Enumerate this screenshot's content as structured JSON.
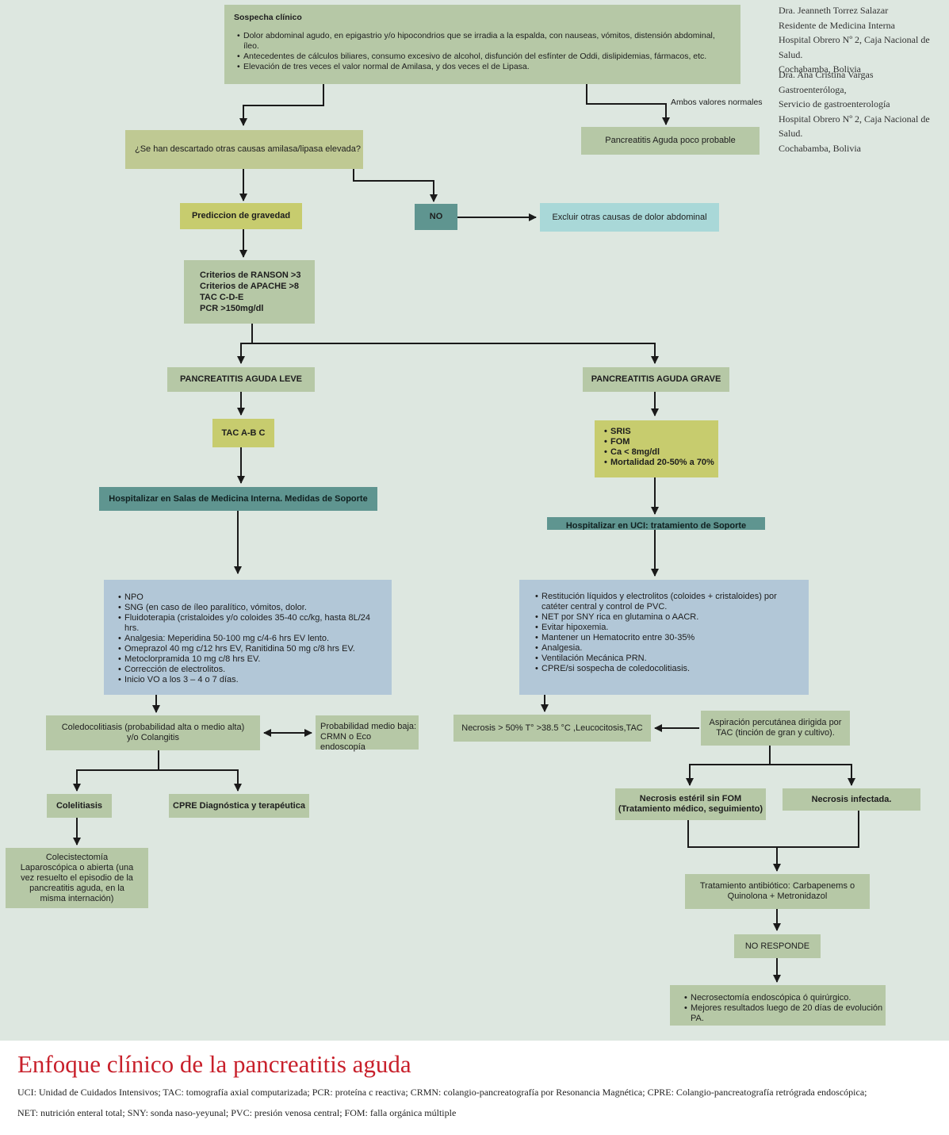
{
  "authors": {
    "author1": [
      "Dra. Jeanneth Torrez Salazar",
      "Residente de Medicina Interna",
      "Hospital Obrero Nº 2, Caja Nacional de Salud.",
      "Cochabamba, Bolivia"
    ],
    "author2": [
      "Dra. Ana Cristina Vargas",
      "Gastroenteróloga,",
      "Servicio de gastroenterología",
      "Hospital Obrero Nº 2, Caja Nacional de Salud.",
      "Cochabamba, Bolivia"
    ]
  },
  "flow": {
    "sospecha": {
      "title": "Sospecha clínico",
      "items": [
        "Dolor abdominal agudo, en epigastrio y/o hipocondrios que se irradia a la espalda, con nauseas, vómitos, distensión abdominal, íleo.",
        "Antecedentes de cálculos biliares, consumo excesivo de alcohol, disfunción del esfínter de Oddi, dislipidemias, fármacos, etc.",
        "Elevación de tres veces el valor normal de  Amilasa, y dos veces el de Lipasa."
      ]
    },
    "ambos_label": "Ambos valores normales",
    "poco_probable": "Pancreatitis Aguda poco probable",
    "descartado": "¿Se han descartado otras causas amilasa/lipasa elevada?",
    "prediccion": "Prediccion de gravedad",
    "no": "NO",
    "excluir": "Excluir otras causas de dolor abdominal",
    "criterios": [
      "Criterios de RANSON >3",
      "Criterios de APACHE >8",
      "TAC  C-D-E",
      "PCR >150mg/dl"
    ],
    "leve": "PANCREATITIS AGUDA LEVE",
    "grave": "PANCREATITIS AGUDA GRAVE",
    "tac_abc": "TAC A-B C",
    "sris": [
      "SRIS",
      "FOM",
      "Ca < 8mg/dl",
      "Mortalidad 20-50% a 70%"
    ],
    "hosp_sala": "Hospitalizar en Salas de Medicina Interna. Medidas de Soporte",
    "hosp_uci": "Hospitalizar en UCI: tratamiento de Soporte",
    "tratamiento_leve": [
      "NPO",
      "SNG (en caso de íleo paralítico, vómitos,       dolor.",
      "Fluidoterapia (cristaloides y/o coloides 35-40 cc/kg, hasta 8L/24 hrs.",
      "Analgesia: Meperidina 50-100 mg c/4-6 hrs EV lento.",
      "Omeprazol 40 mg c/12 hrs EV, Ranitidina 50 mg c/8 hrs EV.",
      "Metoclorpramida 10 mg c/8 hrs EV.",
      "Corrección de electrolitos.",
      "Inicio  VO a los 3 – 4 o 7 días."
    ],
    "tratamiento_grave": [
      "Restitución líquidos y electrolitos (coloides + cristaloides) por catéter central y control de PVC.",
      "NET por SNY rica en glutamina o AACR.",
      "Evitar hipoxemia.",
      "Mantener un Hematocrito entre 30-35%",
      "Analgesia.",
      "Ventilación Mecánica PRN.",
      "CPRE/si sospecha de coledocolitiasis."
    ],
    "coledoco": "Coledocolitiasis (probabilidad alta o medio alta) y/o Colangitis",
    "probabilidad": "Probabilidad  medio baja: CRMN o Eco endoscopía",
    "colelitiasis": "Colelitiasis",
    "cpre": "CPRE Diagnóstica y terapéutica",
    "colecistectomia": "Colecistectomía Laparoscópica o abierta (una vez resuelto el episodio de la pancreatitis aguda, en la misma internación)",
    "necrosis50": "Necrosis > 50% T° >38.5 °C ,Leucocitosis,TAC",
    "aspiracion": "Aspiración percutánea dirigida por TAC (tinción de gran y cultivo).",
    "esteril": "Necrosis estéril sin FOM (Tratamiento médico, seguimiento)",
    "infectada": "Necrosis infectada.",
    "antibiotico": "Tratamiento antibiótico: Carbapenems o Quinolona + Metronidazol",
    "no_responde": "NO RESPONDE",
    "necrosectomia": [
      "Necrosectomía  endoscópica ó quirúrgico.",
      "Mejores resultados luego de 20 días de evolución PA."
    ]
  },
  "caption": {
    "title": "Enfoque clínico de la pancreatitis aguda",
    "line1": "UCI: Unidad de Cuidados Intensivos; TAC: tomografía axial computarizada; PCR: proteína c reactiva; CRMN: colangio-pancreatografía por Resonancia Magnética; CPRE: Colangio-pancreatografía retrógrada endoscópica;",
    "line2": "NET: nutrición enteral total; SNY: sonda naso-yeyunal; PVC: presión venosa central; FOM: falla orgánica múltiple"
  }
}
